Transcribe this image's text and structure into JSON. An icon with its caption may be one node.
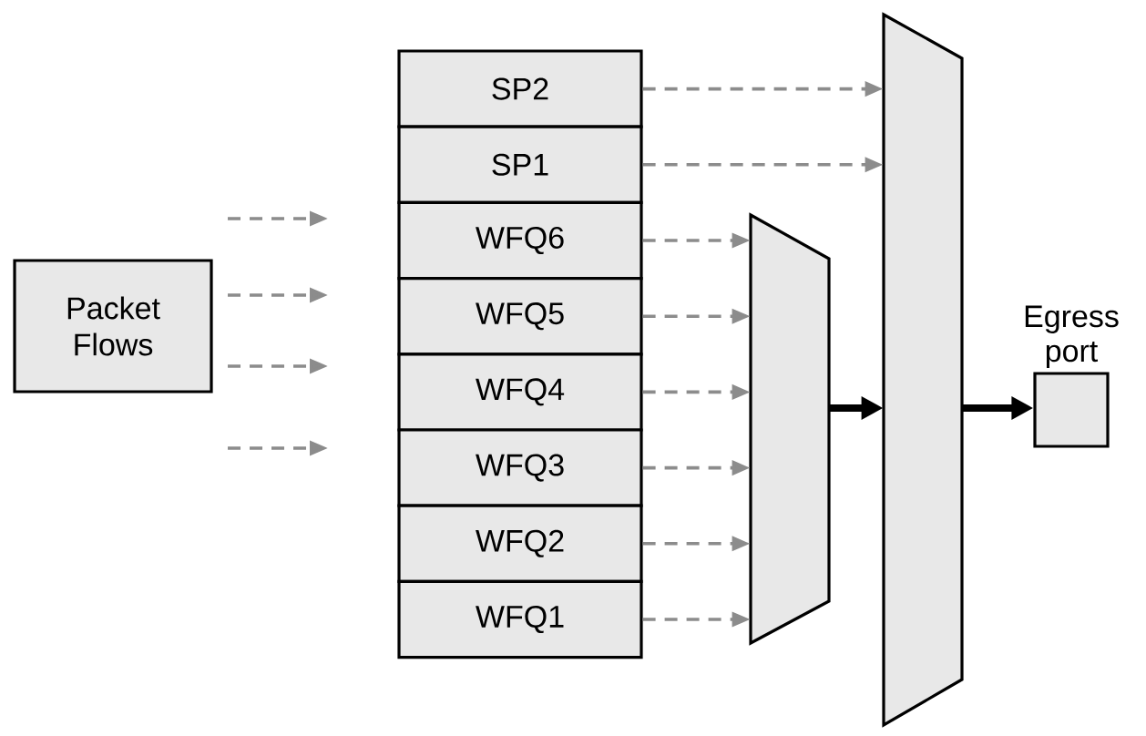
{
  "diagram": {
    "nodes": [
      {
        "text": [
          "Packet Flows"
        ]
      },
      {
        "text": [
          "SP2"
        ]
      },
      {
        "text": [
          "SP1"
        ]
      },
      {
        "text": [
          "WFQ6"
        ]
      },
      {
        "text": [
          "WFQ5"
        ]
      },
      {
        "text": [
          "WFQ4"
        ]
      },
      {
        "text": [
          "WFQ3"
        ]
      },
      {
        "text": [
          "WFQ2"
        ]
      },
      {
        "text": [
          "WFQ1"
        ]
      },
      {
        "text": [],
        "shape": "trapezoid"
      },
      {
        "text": [],
        "shape": "trapezoid"
      },
      {
        "text": [
          "Egress port"
        ]
      }
    ],
    "edges": [
      {
        "from": 1,
        "to": 10,
        "arrow": "to",
        "style": "dashed"
      },
      {
        "from": 2,
        "to": 10,
        "arrow": "to",
        "style": "dashed"
      },
      {
        "from": 3,
        "to": 9,
        "arrow": "to",
        "style": "dashed"
      },
      {
        "from": 4,
        "to": 9,
        "arrow": "to",
        "style": "dashed"
      },
      {
        "from": 5,
        "to": 9,
        "arrow": "to",
        "style": "dashed"
      },
      {
        "from": 6,
        "to": 9,
        "arrow": "to",
        "style": "dashed"
      },
      {
        "from": 7,
        "to": 9,
        "arrow": "to",
        "style": "dashed"
      },
      {
        "from": 8,
        "to": 9,
        "arrow": "to",
        "style": "dashed"
      },
      {
        "from": 9,
        "to": 10,
        "arrow": "to",
        "style": "thick",
        "color": "#000000"
      },
      {
        "from": 10,
        "to": 11,
        "arrow": "to",
        "style": "thick",
        "color": "#000000"
      }
    ]
  }
}
